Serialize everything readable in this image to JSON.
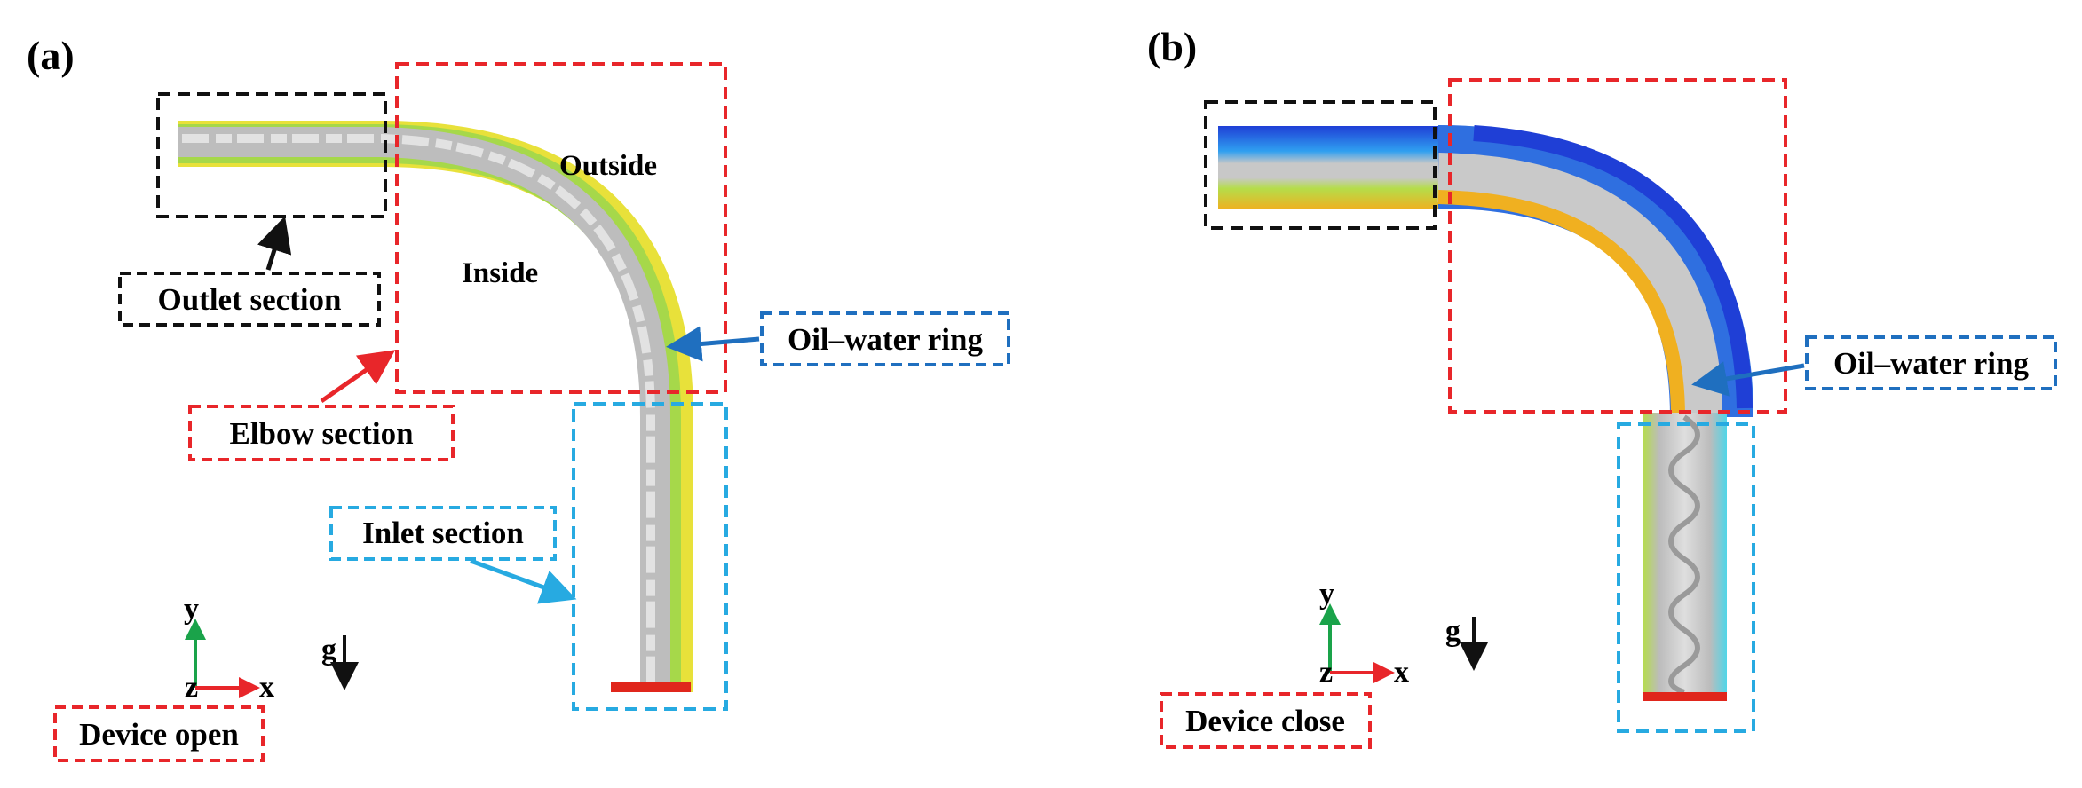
{
  "panels": [
    {
      "label": "(a)",
      "callouts": {
        "outlet": "Outlet section",
        "elbow": "Elbow section",
        "inlet": "Inlet section",
        "ring": "Oil–water ring",
        "device": "Device open"
      },
      "annotations": {
        "outside": "Outside",
        "inside": "Inside"
      },
      "axes": {
        "y": "y",
        "z": "z",
        "x": "x",
        "g": "g"
      }
    },
    {
      "label": "(b)",
      "callouts": {
        "ring": "Oil–water ring",
        "device": "Device close"
      },
      "axes": {
        "y": "y",
        "z": "z",
        "x": "x",
        "g": "g"
      }
    }
  ],
  "colors": {
    "black_box": "#111111",
    "red_box": "#e8262a",
    "blue_box": "#1f6fbf",
    "cyan_box": "#27aae1",
    "ring_arrow": "#1f6fbf",
    "elbow_arrow": "#e8262a",
    "inlet_arrow": "#27aae1",
    "y_axis": "#1aa34a",
    "x_axis": "#e8262a",
    "core_gray": "#b8b8b8",
    "film_green": "#a6d84a",
    "film_yellow": "#e8e13a",
    "cold_blue": "#1f3fd6",
    "hot_red": "#e0261c"
  }
}
